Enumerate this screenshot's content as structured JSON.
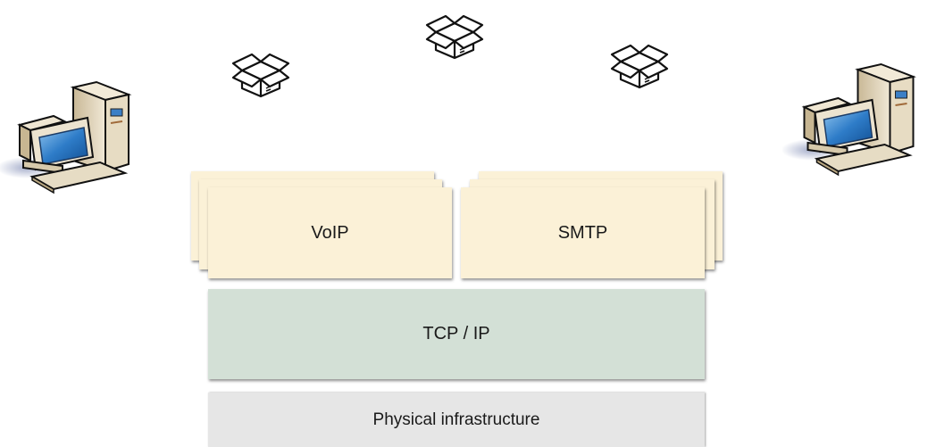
{
  "diagram": {
    "hosts": [
      {
        "name": "left-computer",
        "icon": "desktop-computer-icon"
      },
      {
        "name": "right-computer",
        "icon": "desktop-computer-icon"
      }
    ],
    "packets": [
      {
        "icon": "open-box-icon"
      },
      {
        "icon": "open-box-icon"
      },
      {
        "icon": "open-box-icon"
      }
    ],
    "layers": {
      "application": [
        {
          "label": "VoIP"
        },
        {
          "label": "SMTP"
        }
      ],
      "transport": {
        "label": "TCP / IP"
      },
      "physical": {
        "label": "Physical infrastructure"
      }
    },
    "colors": {
      "application": "#fbf1d7",
      "transport": "#d3e0d6",
      "physical": "#e6e6e6",
      "screen": "#2f79c4",
      "computer_body": "#e6dcc4"
    }
  }
}
